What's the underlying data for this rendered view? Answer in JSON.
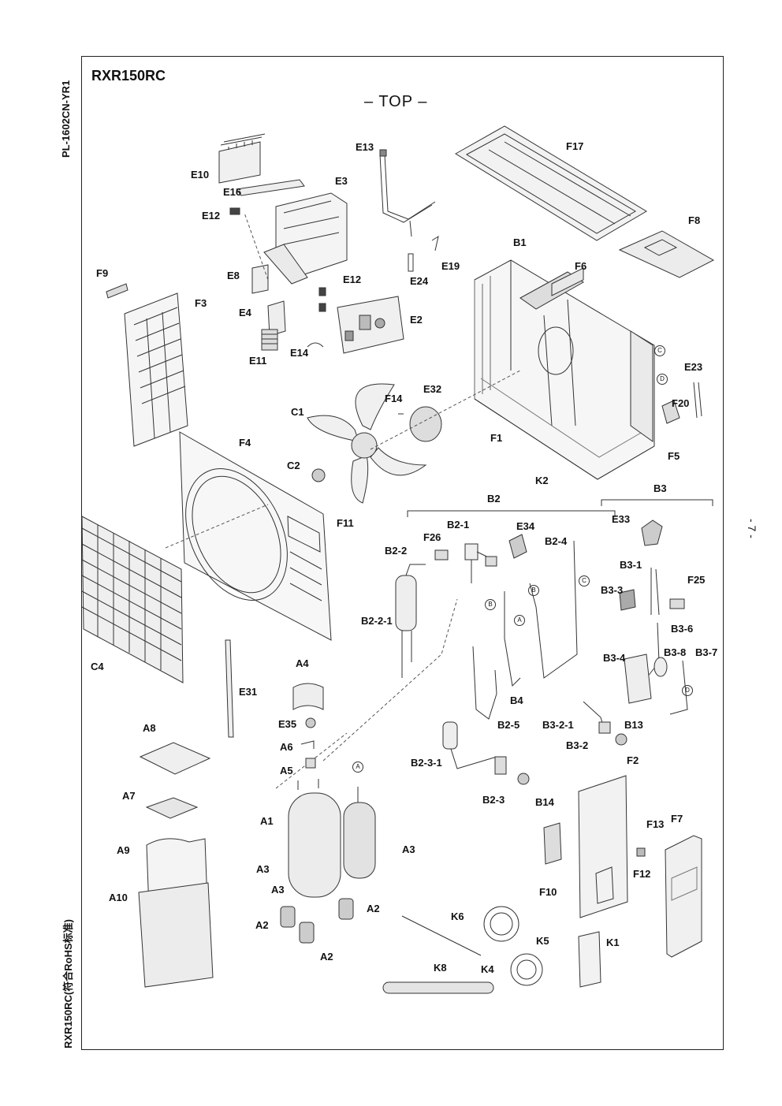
{
  "document_code": "PL-1602CN-YR1",
  "footer_side": "RXR150RC(符合RoHS标准)",
  "model": "RXR150RC",
  "top_marker": "– TOP –",
  "page_number": "- 7 -",
  "part_labels": {
    "E10": "E10",
    "E16": "E16",
    "E3": "E3",
    "E12a": "E12",
    "E12b": "E12",
    "E8": "E8",
    "E4": "E4",
    "E11": "E11",
    "E14": "E14",
    "E2": "E2",
    "E13": "E13",
    "E19": "E19",
    "E24": "E24",
    "F17": "F17",
    "F8": "F8",
    "B1": "B1",
    "F6": "F6",
    "E23": "E23",
    "F20": "F20",
    "F9": "F9",
    "F3": "F3",
    "F14": "F14",
    "E32": "E32",
    "C1": "C1",
    "F1": "F1",
    "F5": "F5",
    "K2": "K2",
    "F4": "F4",
    "C2": "C2",
    "F11": "F11",
    "C4": "C4",
    "B2": "B2",
    "B3": "B3",
    "B2-1": "B2-1",
    "E34": "E34",
    "F26": "F26",
    "B2-4": "B2-4",
    "E33": "E33",
    "B2-2": "B2-2",
    "B3-1": "B3-1",
    "F25": "F25",
    "B3-3": "B3-3",
    "B2-2-1": "B2-2-1",
    "B3-6": "B3-6",
    "B3-4": "B3-4",
    "B3-8": "B3-8",
    "B3-7": "B3-7",
    "B4": "B4",
    "A4": "A4",
    "E31": "E31",
    "E35": "E35",
    "B2-5": "B2-5",
    "B3-2-1": "B3-2-1",
    "B13": "B13",
    "B3-2": "B3-2",
    "A8": "A8",
    "A6": "A6",
    "A5": "A5",
    "B2-3-1": "B2-3-1",
    "F2": "F2",
    "B2-3": "B2-3",
    "B14": "B14",
    "A7": "A7",
    "A1": "A1",
    "F13": "F13",
    "F7": "F7",
    "A3a": "A3",
    "A3b": "A3",
    "A3c": "A3",
    "A9": "A9",
    "F12": "F12",
    "F10": "F10",
    "A10": "A10",
    "A2a": "A2",
    "A2b": "A2",
    "A2c": "A2",
    "K6": "K6",
    "K5": "K5",
    "K1": "K1",
    "K4": "K4",
    "K8": "K8"
  },
  "circle_marks": {
    "c1": "C",
    "c2": "D",
    "c3": "C",
    "c4": "B",
    "c5": "B",
    "c6": "A",
    "c7": "D",
    "c8": "A"
  }
}
